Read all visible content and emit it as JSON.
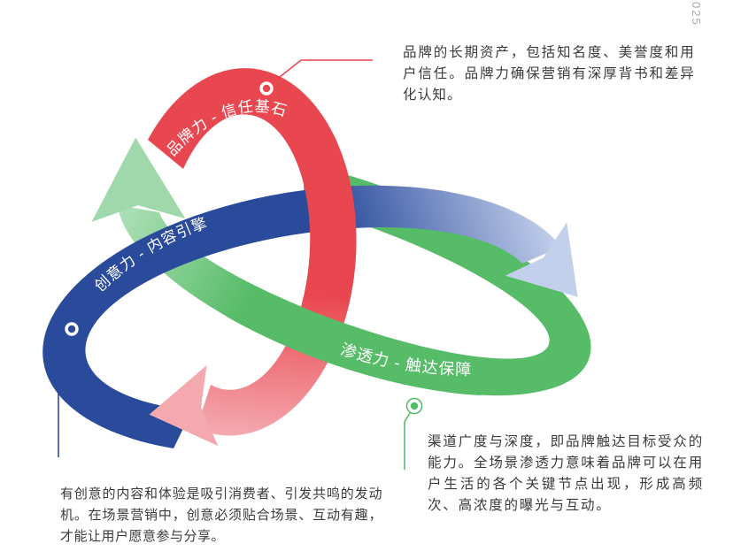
{
  "page": {
    "page_number_vertical": "025"
  },
  "diagram": {
    "title_hint": "triple-loop marketing power diagram",
    "rings": [
      {
        "id": "brand",
        "label": "品牌力 - 信任基石",
        "color": "#E9474F",
        "color_light": "#F6BCC0"
      },
      {
        "id": "creative",
        "label": "创意力 - 内容引擎",
        "color": "#2A4B9B",
        "color_light": "#CBD6F0"
      },
      {
        "id": "penetration",
        "label": "渗透力 - 触达保障",
        "color": "#57BC68",
        "color_light": "#CFEBD3"
      }
    ],
    "annotations": [
      {
        "ring": "brand",
        "text": "品牌的长期资产，包括知名度、美誉度和用户信任。品牌力确保营销有深厚背书和差异化认知。"
      },
      {
        "ring": "penetration",
        "text": "渠道广度与深度，即品牌触达目标受众的能力。全场景渗透力意味着品牌可以在用户生活的各个关键节点出现，形成高频次、高浓度的曝光与互动。"
      },
      {
        "ring": "creative",
        "text": "有创意的内容和体验是吸引消费者、引发共鸣的发动机。在场景营销中，创意必须贴合场景、互动有趣，才能让用户愿意参与分享。"
      }
    ]
  }
}
